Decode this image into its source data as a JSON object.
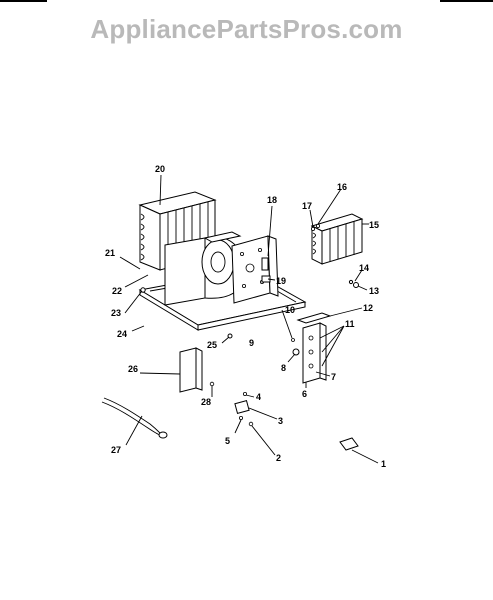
{
  "watermark": "AppliancePartsPros.com",
  "labels": {
    "l1": "1",
    "l2": "2",
    "l3": "3",
    "l4": "4",
    "l5": "5",
    "l6": "6",
    "l7": "7",
    "l8": "8",
    "l9": "9",
    "l10": "10",
    "l11": "11",
    "l12": "12",
    "l13": "13",
    "l14": "14",
    "l15": "15",
    "l16": "16",
    "l17": "17",
    "l18": "18",
    "l19": "19",
    "l20": "20",
    "l21": "21",
    "l22": "22",
    "l23": "23",
    "l24": "24",
    "l25": "25",
    "l26": "26",
    "l27": "27",
    "l28": "28"
  }
}
